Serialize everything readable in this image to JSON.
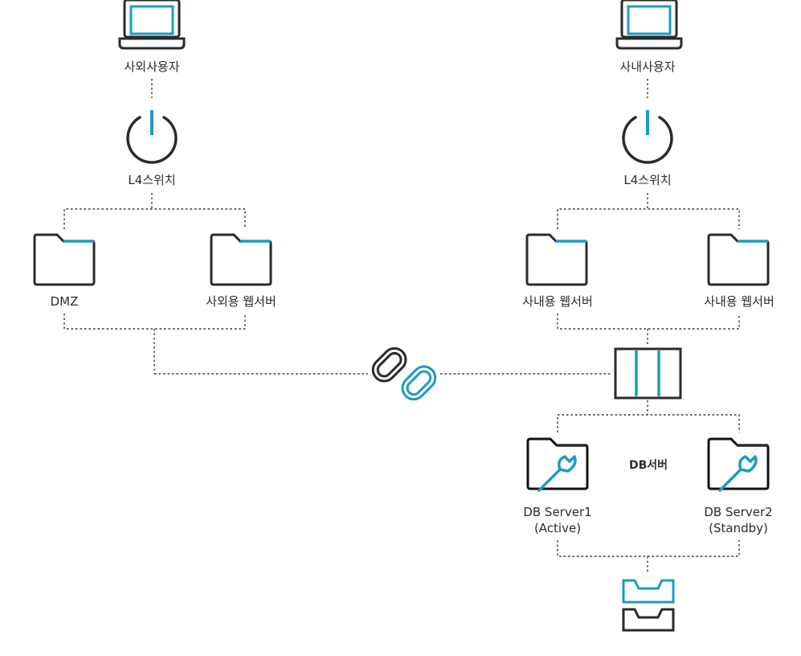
{
  "colors": {
    "accent": "#1e9bc0",
    "stroke": "#2b2b2b",
    "connector": "#333333"
  },
  "external": {
    "user_label": "사외사용자",
    "l4_label": "L4스위치",
    "folder_left_label": "DMZ",
    "folder_right_label": "사외용 웹서버"
  },
  "internal": {
    "user_label": "사내사용자",
    "l4_label": "L4스위치",
    "folder_left_label": "사내용 웹서버",
    "folder_right_label": "사내용 웹서버"
  },
  "db": {
    "group_label": "DB서버",
    "server1": {
      "name": "DB Server1",
      "role": "(Active)"
    },
    "server2": {
      "name": "DB Server2",
      "role": "(Standby)"
    }
  },
  "icons": [
    "laptop-icon",
    "power-icon",
    "folder-icon",
    "link-icon",
    "server-rack-icon",
    "folder-wrench-icon",
    "storage-tray-icon"
  ]
}
